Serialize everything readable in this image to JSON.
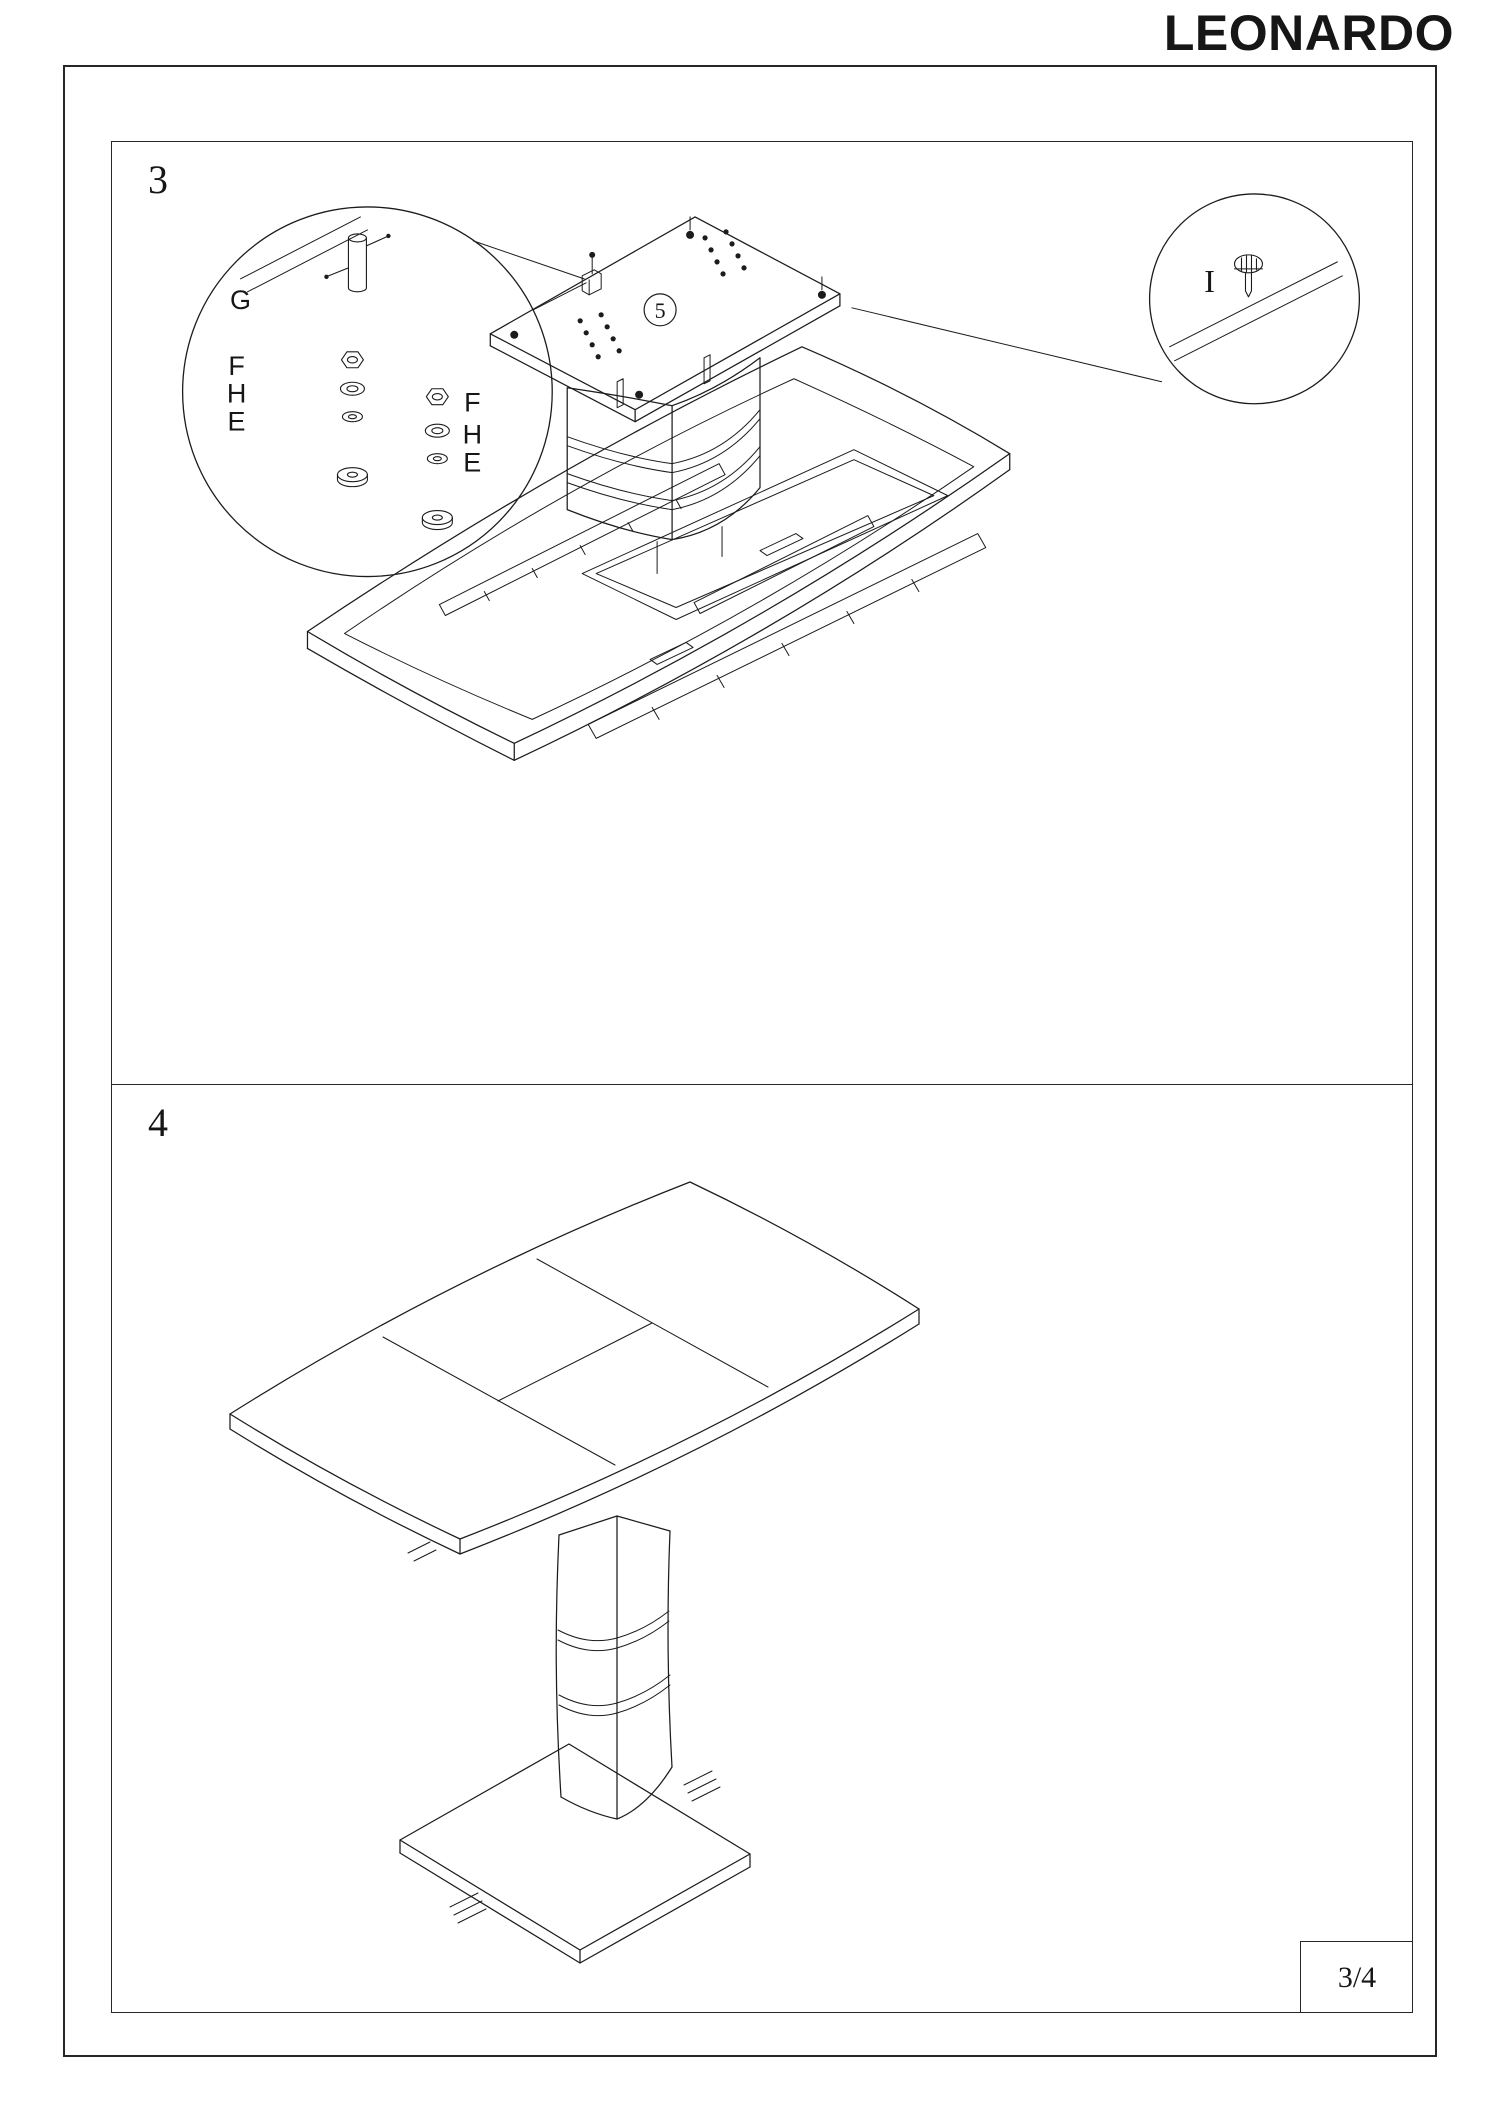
{
  "header": {
    "title": "LEONARDO"
  },
  "steps": [
    {
      "number": "3",
      "labels": {
        "g": "G",
        "left_stack": [
          "F",
          "H",
          "E"
        ],
        "right_stack": [
          "F",
          "H",
          "E"
        ],
        "i": "I",
        "part_callout": "5"
      }
    },
    {
      "number": "4"
    }
  ],
  "footer": {
    "page": "3/4"
  },
  "colors": {
    "line": "#1c1c1c",
    "paper": "#ffffff"
  }
}
